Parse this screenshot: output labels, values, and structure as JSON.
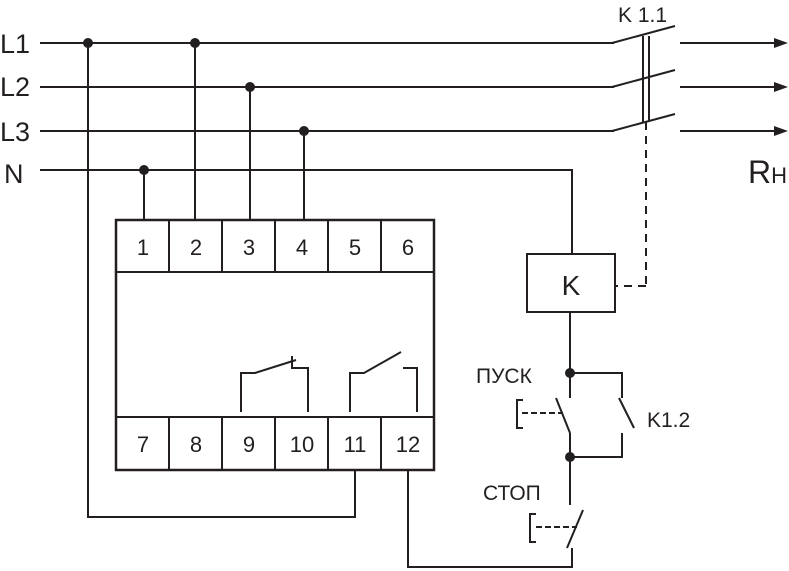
{
  "lines": {
    "l1": "L1",
    "l2": "L2",
    "l3": "L3",
    "n": "N"
  },
  "contactor_main": "K 1.1",
  "load": {
    "main": "R",
    "sub": "H"
  },
  "coil": "K",
  "contact_k12": "K1.2",
  "start_button": "ПУСК",
  "stop_button": "СТОП",
  "terminals_top": [
    "1",
    "2",
    "3",
    "4",
    "5",
    "6"
  ],
  "terminals_bottom": [
    "7",
    "8",
    "9",
    "10",
    "11",
    "12"
  ],
  "colors": {
    "line": "#231f20",
    "background": "#ffffff"
  }
}
